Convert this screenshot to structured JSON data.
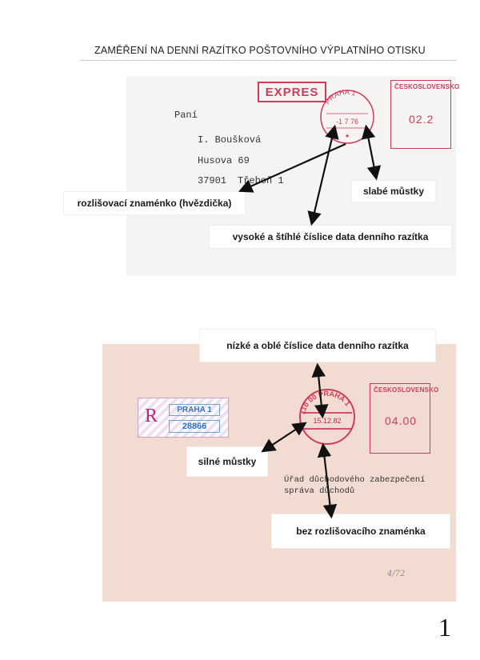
{
  "page_title": "ZAMĚŘENÍ NA DENNÍ RAZÍTKO POŠTOVNÍHO VÝPLATNÍHO OTISKU",
  "envelope1": {
    "expres": "EXPRES",
    "meter_country": "ČESKOSLOVENSKO",
    "meter_value": "02.2",
    "stamp_city": "PRAHA 1",
    "stamp_date": "-1 7 76",
    "stamp_star": "★",
    "salutation": "Paní",
    "addr_name": "I. Boušková",
    "addr_street": "Husova 69",
    "addr_zip": "37901",
    "addr_city": "Třeboň 1"
  },
  "envelope2": {
    "reg_letter": "R",
    "reg_city": "PRAHA 1",
    "reg_number": "28866",
    "stamp_city": "110 00 PRAHA 1",
    "stamp_date": "15.12.82",
    "meter_country": "ČESKOSLOVENSKO",
    "meter_value": "04.00",
    "sender_line1": "Úřad důchodového zabezpečení",
    "sender_line2": "správa důchodů",
    "handwriting": "4/72"
  },
  "annotations": {
    "star_mark": "rozlišovací znaménko (hvězdička)",
    "weak_bridges": "slabé můstky",
    "tall_digits": "vysoké a štíhlé číslice data denního razítka",
    "low_digits": "nízké a oblé číslice data denního razítka",
    "strong_bridges": "silné můstky",
    "no_mark": "bez rozlišovacího znaménka"
  },
  "page_number": "1",
  "colors": {
    "stamp_red": "#d23a5a",
    "card2_bg": "#f2dcd2",
    "reg_blue": "#2a7ac6"
  }
}
